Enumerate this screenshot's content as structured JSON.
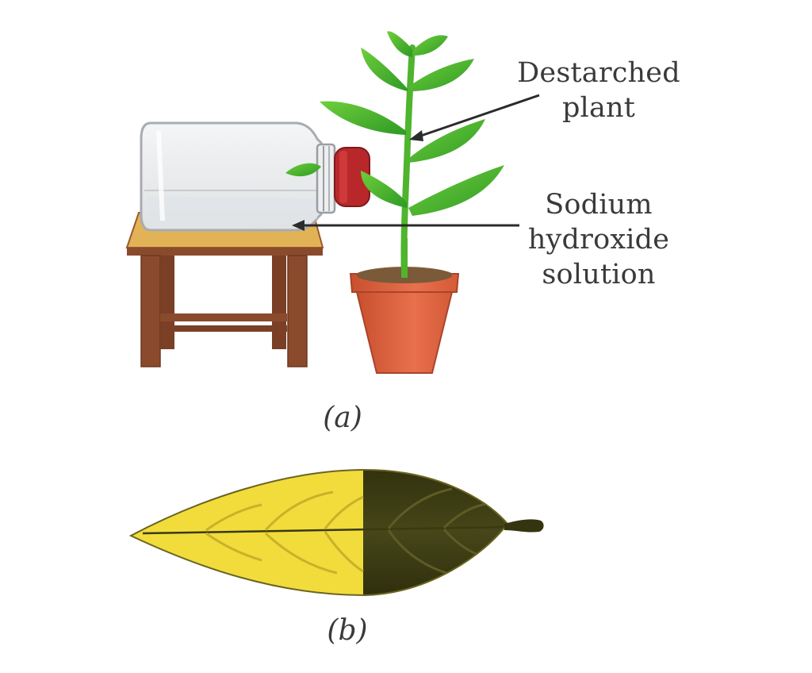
{
  "figure": {
    "panel_a": {
      "caption": "(a)",
      "labels": {
        "destarched_plant": [
          "Destarched",
          "plant"
        ],
        "sodium_hydroxide": [
          "Sodium",
          "hydroxide",
          "solution"
        ]
      },
      "objects": [
        "glass-bottle",
        "red-stopper",
        "wooden-stool",
        "plant",
        "clay-pot"
      ]
    },
    "panel_b": {
      "caption": "(b)",
      "leaf": {
        "left_half": "yellow (no starch)",
        "right_half": "dark blue-black (starch)"
      }
    },
    "colors": {
      "leaf_green": "#3fae2a",
      "stopper_red": "#b8282a",
      "stool_brown": "#8a4a2c",
      "stool_top": "#e2b356",
      "pot_orange": "#d9603f",
      "leaf_yellow": "#f1dc3c",
      "leaf_dark": "#34340f",
      "text": "#3a3a3a"
    }
  }
}
